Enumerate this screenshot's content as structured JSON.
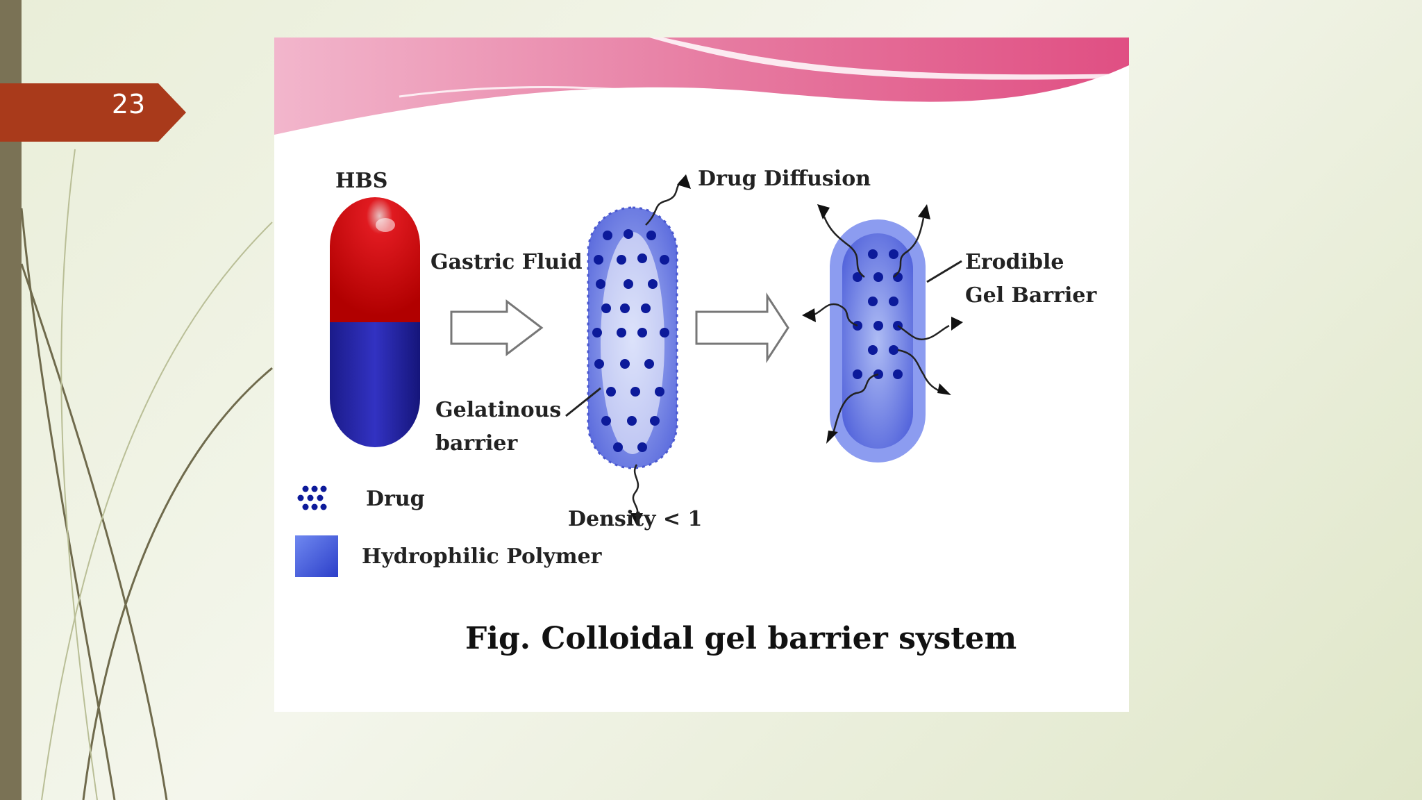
{
  "slide": {
    "number": "23"
  },
  "diagram": {
    "labels": {
      "hbs": "HBS",
      "gastric_fluid": "Gastric Fluid",
      "drug_diffusion": "Drug Diffusion",
      "erodible_line1": "Erodible",
      "erodible_line2": "Gel Barrier",
      "gelatinous_line1": "Gelatinous",
      "gelatinous_line2": "barrier",
      "density": "Density < 1"
    },
    "legend": {
      "drug": "Drug",
      "polymer": "Hydrophilic Polymer"
    },
    "caption": "Fig. Colloidal gel barrier system",
    "colors": {
      "capsule_top": "#e8121b",
      "capsule_bottom": "#2a2aa8",
      "polymer": "#5b6fe0",
      "drug_dot": "#0c1a9a",
      "header_pink": "#e0709c",
      "badge": "#a93a1b",
      "side_bar": "#7a7255"
    }
  }
}
